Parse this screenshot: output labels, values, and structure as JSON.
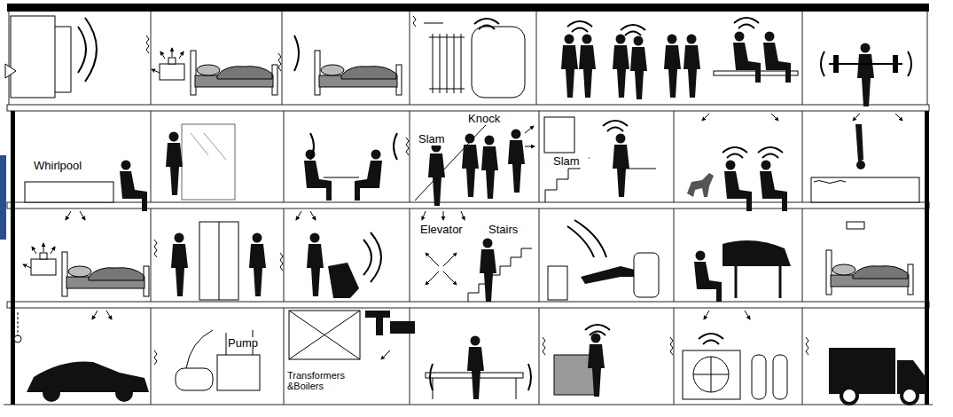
{
  "diagram": {
    "labels": [
      "Whirlpool",
      "Slam",
      "Knock",
      "Slam",
      "Elevator",
      "Stairs",
      "Pump",
      "Transformers &Boilers"
    ]
  }
}
